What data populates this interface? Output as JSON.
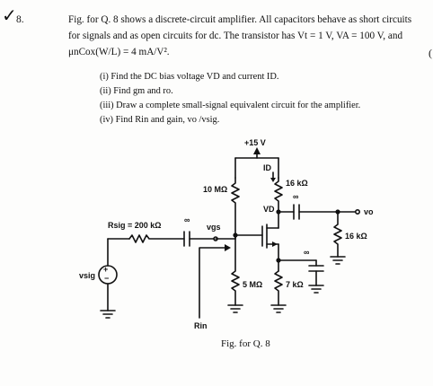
{
  "question": {
    "number": "8.",
    "stem_lines": [
      "Fig. for Q. 8 shows a discrete-circuit amplifier. All capacitors behave as short circuits",
      "for signals and as open circuits for dc. The transistor has Vt = 1 V, VA = 100 V, and",
      "μnCox(W/L) = 4 mA/V²."
    ],
    "parts": [
      "(i) Find the DC bias voltage VD and current ID.",
      "(ii) Find gm and ro.",
      "(iii) Draw a complete small-signal equivalent circuit for the amplifier.",
      "(iv) Find Rin and gain, vo /vsig."
    ]
  },
  "figure": {
    "supply": "+15 V",
    "r_top_gate": "10 MΩ",
    "r_bottom_gate": "5 MΩ",
    "r_drain": "16 kΩ",
    "r_source": "7 kΩ",
    "r_sig": "Rsig = 200 kΩ",
    "r_load": "16 kΩ",
    "cap_value": "∞",
    "id_label": "ID",
    "vd_label": "VD",
    "vo_label": "vo",
    "vgs_label": "vgs",
    "vsig_label": "vsig",
    "rin_label": "Rin",
    "caption": "Fig. for Q. 8"
  }
}
